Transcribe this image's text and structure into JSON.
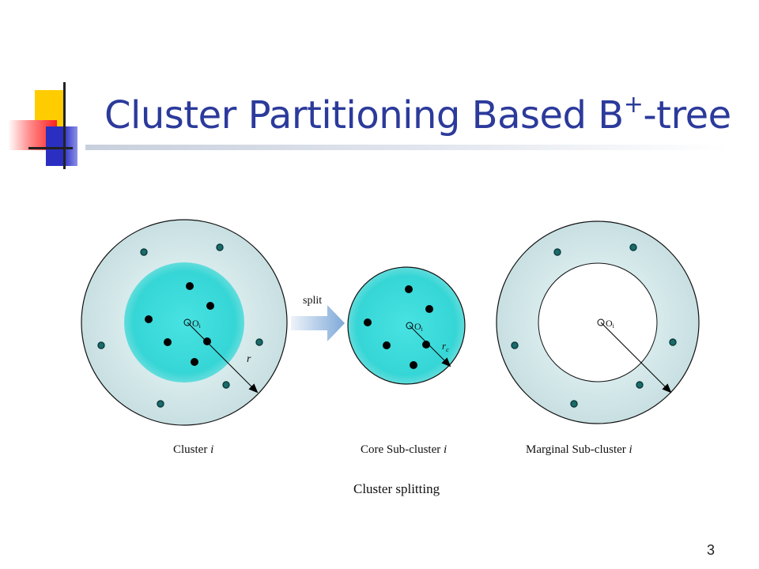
{
  "slide": {
    "title_main": "Cluster Partitioning Based B",
    "title_sup": "+",
    "title_tail": "-tree",
    "page_number": "3"
  },
  "diagram": {
    "caption": "Cluster splitting",
    "arrow_label": "split",
    "center_label": "O",
    "center_subscript": "i",
    "clusters": [
      {
        "id": "cluster",
        "label_prefix": "Cluster ",
        "label_italic": "i",
        "radius_label": "r",
        "radius_subscript": ""
      },
      {
        "id": "core",
        "label_prefix": "Core  Sub-cluster ",
        "label_italic": "i",
        "radius_label": "r",
        "radius_subscript": "c"
      },
      {
        "id": "marginal",
        "label_prefix": "Marginal  Sub-cluster ",
        "label_italic": "i",
        "radius_label": "",
        "radius_subscript": ""
      }
    ],
    "colors": {
      "outer_fill": "#d2e6e8",
      "core_fill": "#3ad8d8",
      "arrow_fill": "#7ea9d8",
      "core_point": "#000000",
      "marginal_point": "#1a6b6b"
    }
  }
}
